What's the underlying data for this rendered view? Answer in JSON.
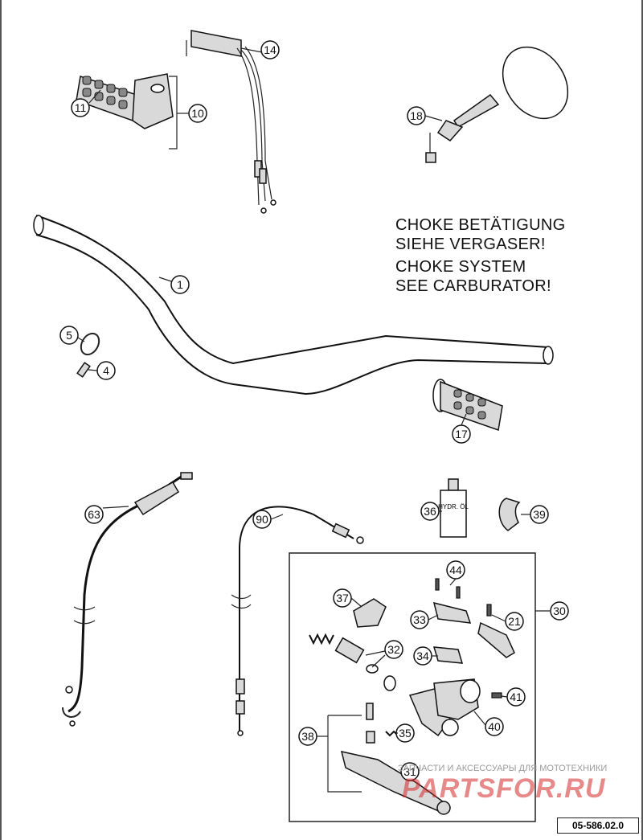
{
  "notes": {
    "line1": "CHOKE BETÄTIGUNG",
    "line2": "SIEHE VERGASER!",
    "line3": "CHOKE SYSTEM",
    "line4": "SEE CARBURATOR!"
  },
  "drawing_ref": "05-586.02.0",
  "watermark": {
    "text": "ЗАПЧАСТИ И АКСЕССУАРЫ ДЛЯ МОТОТЕХНИКИ",
    "logo": "PARTSFOR.RU"
  },
  "callouts": {
    "c1": "1",
    "c4": "4",
    "c5": "5",
    "c10": "10",
    "c11": "11",
    "c14": "14",
    "c17": "17",
    "c18": "18",
    "c21": "21",
    "c30": "30",
    "c31": "31",
    "c32": "32",
    "c33": "33",
    "c34": "34",
    "c35": "35",
    "c36": "36",
    "c37": "37",
    "c38": "38",
    "c39": "39",
    "c40": "40",
    "c41": "41",
    "c44": "44",
    "c63": "63",
    "c90": "90"
  },
  "labels": {
    "bottle": "HYDR. ÖL"
  }
}
